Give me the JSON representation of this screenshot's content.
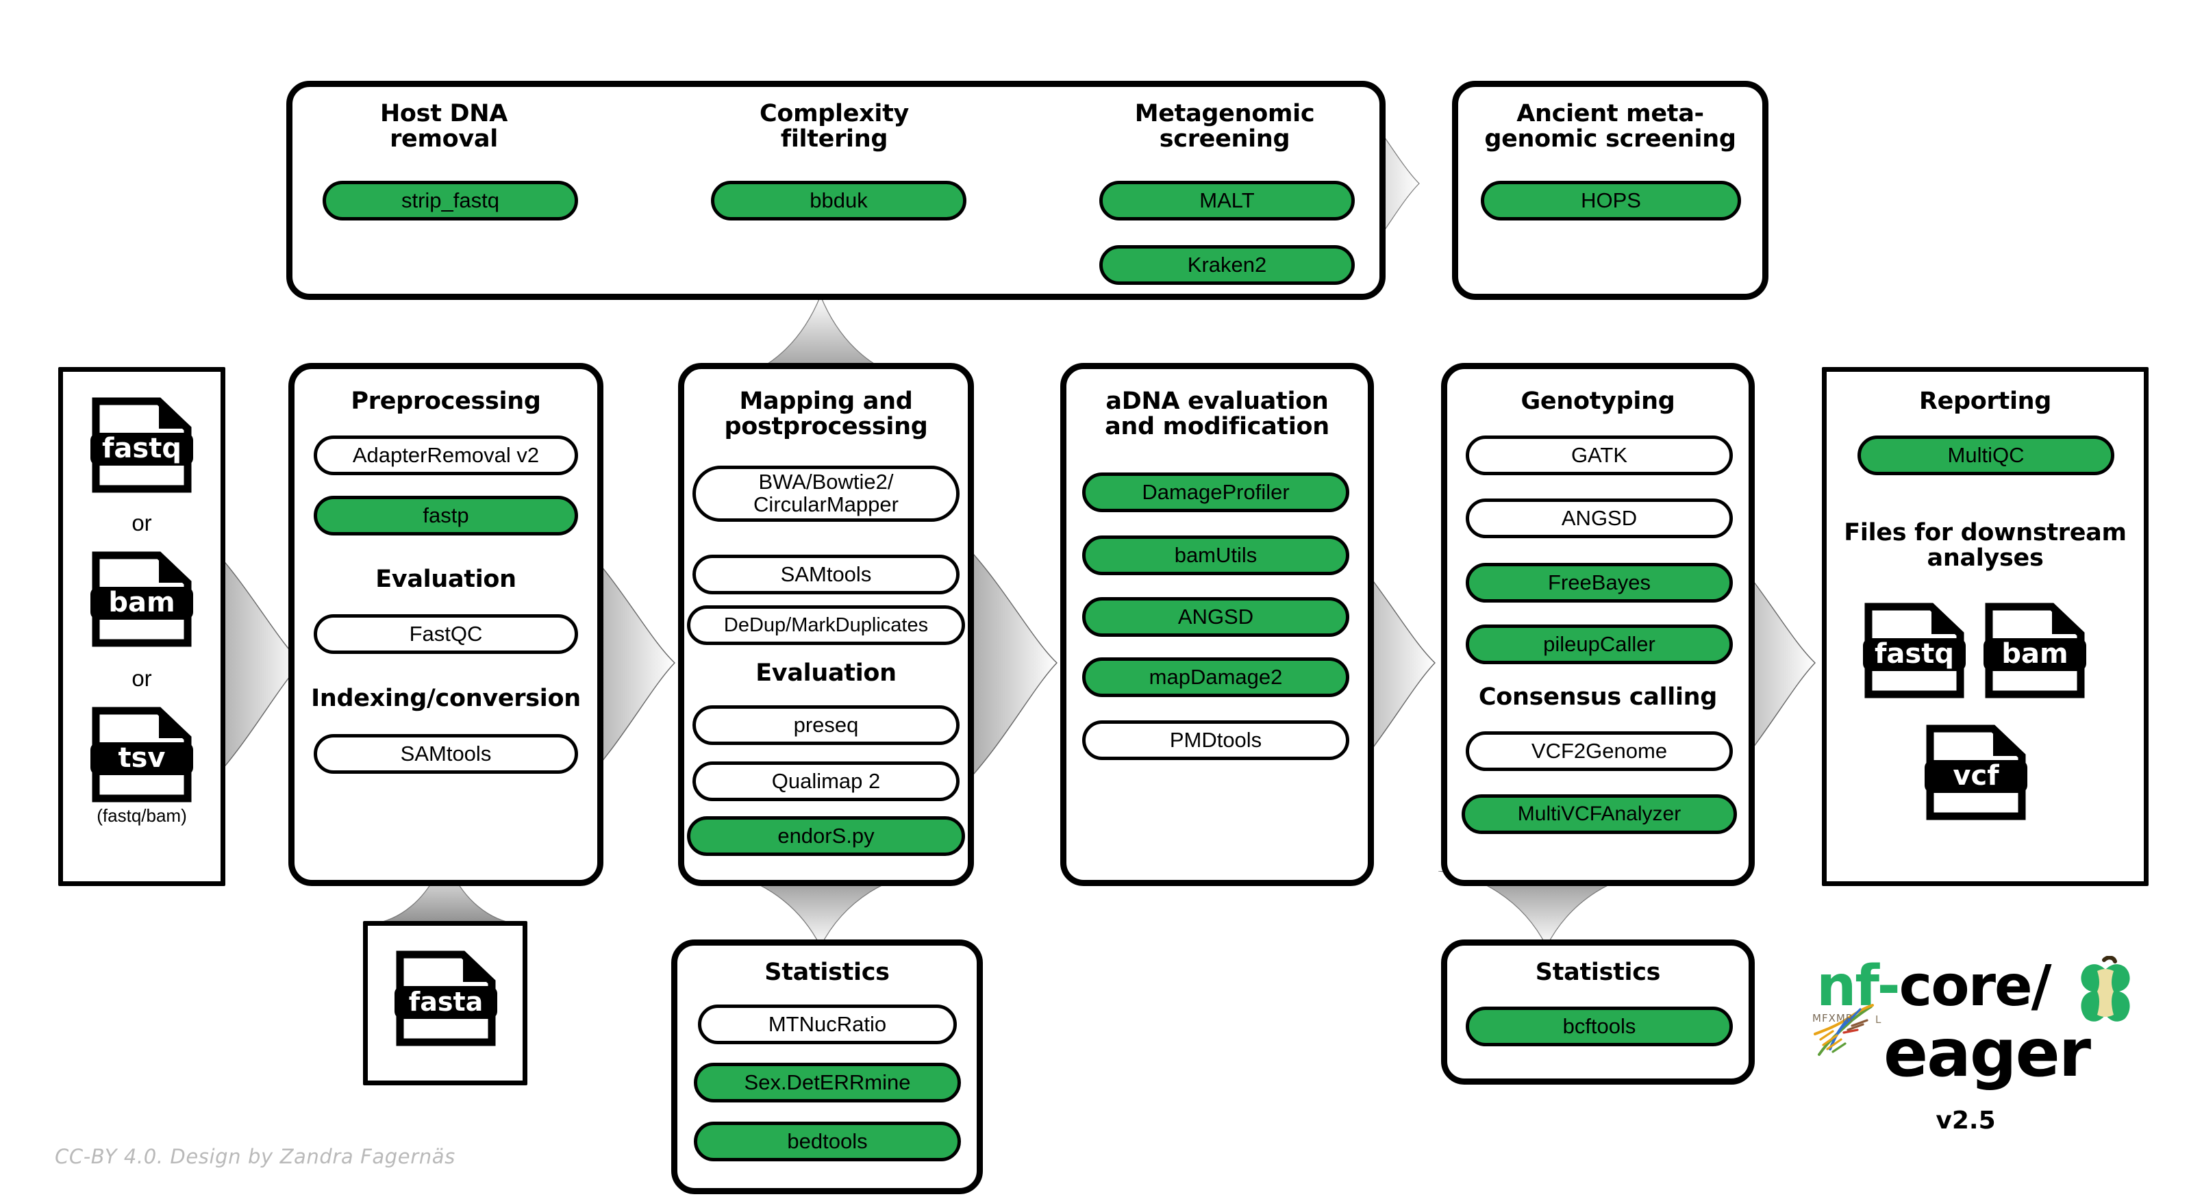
{
  "diagram": {
    "title": "nf-core/eager pipeline overview",
    "accent_green": "#27ab51",
    "credit": "CC-BY 4.0. Design by Zandra Fagernäs"
  },
  "logo": {
    "prefix": "nf-",
    "suffix": "core/",
    "name": "eager",
    "version": "v2.5",
    "green": "#24b064"
  },
  "screening_panel": {
    "groups": [
      {
        "header": "Host DNA\nremoval",
        "header_line1": "Host DNA",
        "header_line2": "removal",
        "tools": [
          {
            "label": "strip_fastq",
            "green": true
          }
        ]
      },
      {
        "header": "Complexity\nfiltering",
        "header_line1": "Complexity",
        "header_line2": "filtering",
        "tools": [
          {
            "label": "bbduk",
            "green": true
          }
        ]
      },
      {
        "header": "Metagenomic\nscreening",
        "header_line1": "Metagenomic",
        "header_line2": "screening",
        "tools": [
          {
            "label": "MALT",
            "green": true
          },
          {
            "label": "Kraken2",
            "green": true
          }
        ]
      }
    ]
  },
  "ancient_screening": {
    "header_line1": "Ancient meta-",
    "header_line2": "genomic screening",
    "tools": [
      {
        "label": "HOPS",
        "green": true
      }
    ]
  },
  "input": {
    "files": [
      {
        "ext": "fastq"
      },
      {
        "ext": "bam"
      },
      {
        "ext": "tsv"
      }
    ],
    "or_label": "or",
    "tsv_note": "(fastq/bam)"
  },
  "columns": [
    {
      "name": "preprocessing",
      "header": "Preprocessing",
      "sections": [
        {
          "header": null,
          "tools": [
            {
              "label": "AdapterRemoval v2",
              "green": false
            },
            {
              "label": "fastp",
              "green": true
            }
          ]
        },
        {
          "header": "Evaluation",
          "tools": [
            {
              "label": "FastQC",
              "green": false
            }
          ]
        },
        {
          "header": "Indexing/conversion",
          "tools": [
            {
              "label": "SAMtools",
              "green": false
            }
          ]
        }
      ]
    },
    {
      "name": "mapping",
      "header_line1": "Mapping and",
      "header_line2": "postprocessing",
      "sections": [
        {
          "header": null,
          "tools": [
            {
              "label": "BWA/Bowtie2/\nCircularMapper",
              "line1": "BWA/Bowtie2/",
              "line2": "CircularMapper",
              "green": false,
              "two_line": true
            },
            {
              "label": "SAMtools",
              "green": false
            },
            {
              "label": "DeDup/MarkDuplicates",
              "green": false
            }
          ]
        },
        {
          "header": "Evaluation",
          "tools": [
            {
              "label": "preseq",
              "green": false
            },
            {
              "label": "Qualimap 2",
              "green": false
            },
            {
              "label": "endorS.py",
              "green": true
            }
          ]
        }
      ]
    },
    {
      "name": "adna",
      "header_line1": "aDNA evaluation",
      "header_line2": "and modification",
      "sections": [
        {
          "header": null,
          "tools": [
            {
              "label": "DamageProfiler",
              "green": true
            },
            {
              "label": "bamUtils",
              "green": true
            },
            {
              "label": "ANGSD",
              "green": true
            },
            {
              "label": "mapDamage2",
              "green": true
            },
            {
              "label": "PMDtools",
              "green": false
            }
          ]
        }
      ]
    },
    {
      "name": "genotyping",
      "header": "Genotyping",
      "sections": [
        {
          "header": null,
          "tools": [
            {
              "label": "GATK",
              "green": false
            },
            {
              "label": "ANGSD",
              "green": false
            },
            {
              "label": "FreeBayes",
              "green": true
            },
            {
              "label": "pileupCaller",
              "green": true
            }
          ]
        },
        {
          "header": "Consensus calling",
          "tools": [
            {
              "label": "VCF2Genome",
              "green": false
            },
            {
              "label": "MultiVCFAnalyzer",
              "green": true
            }
          ]
        }
      ]
    },
    {
      "name": "reporting",
      "header": "Reporting",
      "sections": [
        {
          "header": null,
          "tools": [
            {
              "label": "MultiQC",
              "green": true
            }
          ]
        },
        {
          "header_line1": "Files for downstream",
          "header_line2": "analyses",
          "tools": []
        }
      ],
      "output_files": [
        {
          "ext": "fastq"
        },
        {
          "ext": "bam"
        },
        {
          "ext": "vcf"
        }
      ]
    }
  ],
  "reference": {
    "file": {
      "ext": "fasta"
    }
  },
  "statistics_mapping": {
    "header": "Statistics",
    "tools": [
      {
        "label": "MTNucRatio",
        "green": false
      },
      {
        "label": "Sex.DetERRmine",
        "green": true
      },
      {
        "label": "bedtools",
        "green": true
      }
    ]
  },
  "statistics_genotyping": {
    "header": "Statistics",
    "tools": [
      {
        "label": "bcftools",
        "green": true
      }
    ]
  }
}
